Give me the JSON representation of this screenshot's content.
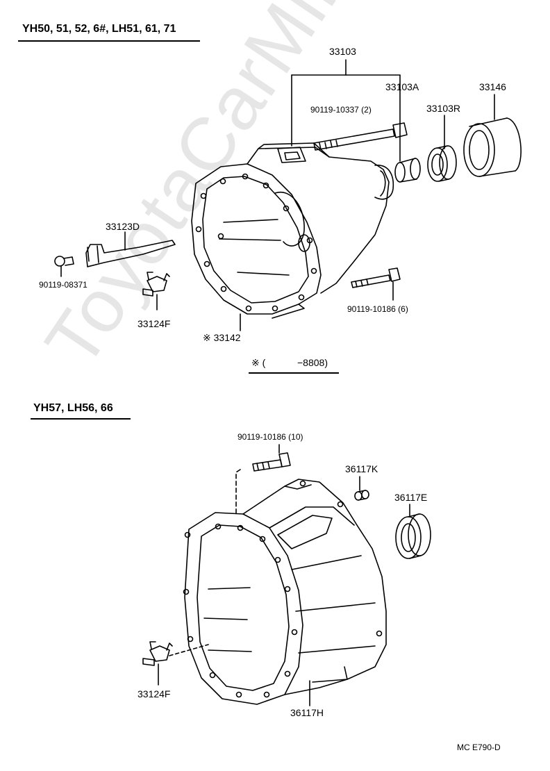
{
  "watermark": "ToyotaCarMine.ru",
  "section_top": {
    "header": "YH50, 51, 52, 6#, LH51, 61, 71",
    "labels": {
      "assembly": "33103",
      "part_a": "33103A",
      "bearing_retainer": "33146",
      "bolt_upper": "90119-10337 (2)",
      "seal_r": "33103R",
      "fork": "33123D",
      "fork_bolt": "90119-08371",
      "pivot": "33124F",
      "gasket": "※ 33142",
      "bolt_lower": "90119-10186 (6)"
    },
    "footnote_mark": "※ (",
    "footnote_date": "−8808)"
  },
  "section_bottom": {
    "header": "YH57, LH56, 66",
    "labels": {
      "bolt": "90119-10186 (10)",
      "pin": "36117K",
      "seal": "36117E",
      "pivot": "33124F",
      "housing": "36117H"
    }
  },
  "code": "MC  E790-D"
}
